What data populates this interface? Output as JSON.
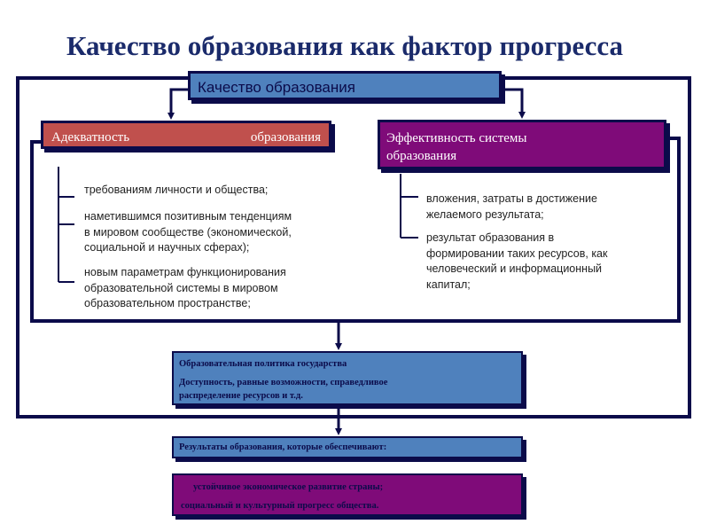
{
  "title": "Качество образования как фактор прогресса",
  "top_box": "Качество образования",
  "left_box": {
    "word1": "Адекватность",
    "word2": "образования"
  },
  "right_box": {
    "line1": "Эффективность системы",
    "line2": "образования"
  },
  "left_list": [
    [
      "требованиям личности и общества;"
    ],
    [
      "наметившимся позитивным тенденциям",
      "в мировом сообществе (экономической,",
      "социальной и научных сферах);"
    ],
    [
      "новым параметрам функционирования",
      "образовательной системы в мировом",
      "образовательном пространстве;"
    ]
  ],
  "right_list": [
    [
      "вложения, затраты в достижение",
      "желаемого результата;"
    ],
    [
      "результат образования в",
      "формировании таких ресурсов, как",
      "человеческий и информационный",
      "капитал;"
    ]
  ],
  "policy_box": {
    "line1": "Образовательная политика государства",
    "line2": "Доступность, равные возможности, справедливое",
    "line3": "распределение ресурсов и т.д."
  },
  "results_box": "Результаты образования, которые обеспечивают:",
  "outcomes_box": {
    "line1": "устойчивое экономическое развитие страны;",
    "line2": "социальный и культурный прогресс общества."
  },
  "colors": {
    "navy": "#0b0b4a",
    "blue": "#4f81bd",
    "red": "#c0504d",
    "purple": "#7f0b79",
    "title": "#1b2b6b"
  }
}
